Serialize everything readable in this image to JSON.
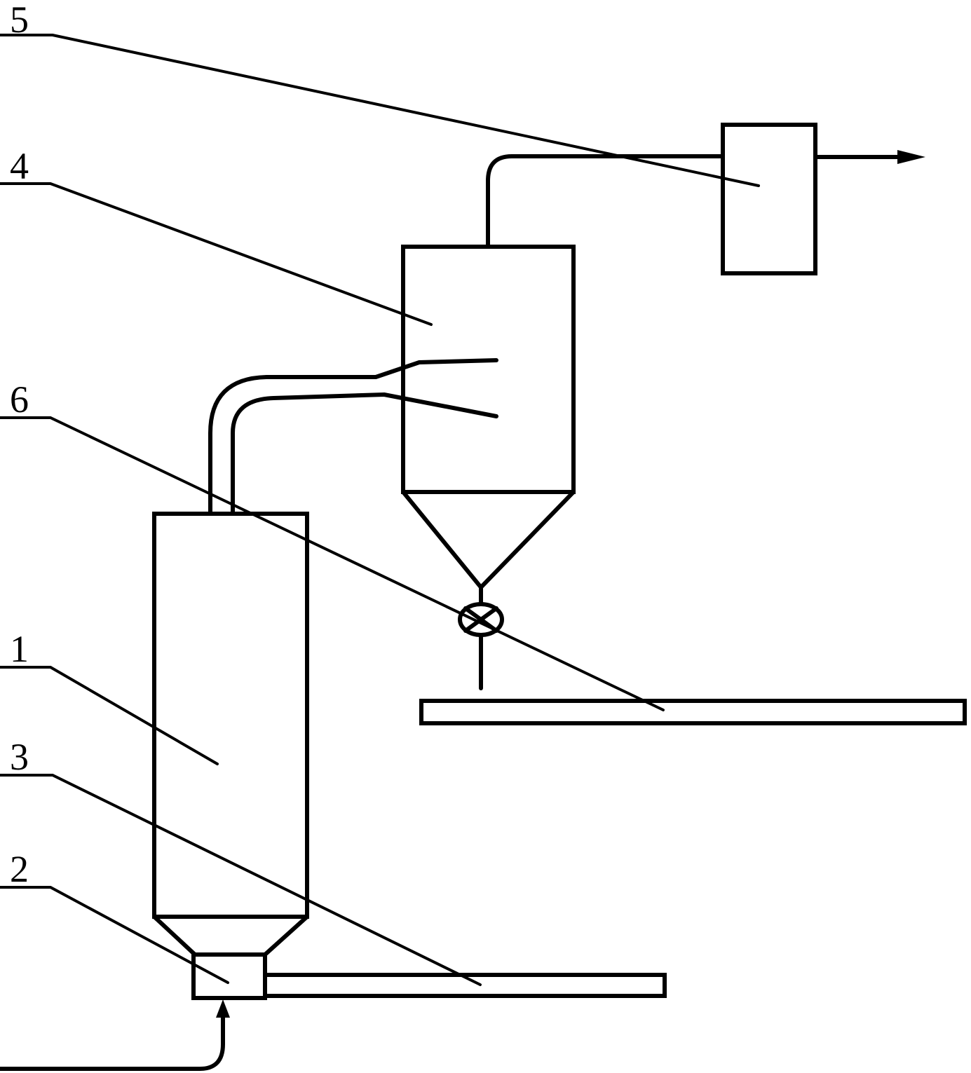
{
  "diagram": {
    "labels": [
      {
        "id": "1",
        "text": "1"
      },
      {
        "id": "2",
        "text": "2"
      },
      {
        "id": "3",
        "text": "3"
      },
      {
        "id": "4",
        "text": "4"
      },
      {
        "id": "5",
        "text": "5"
      },
      {
        "id": "6",
        "text": "6"
      }
    ]
  }
}
